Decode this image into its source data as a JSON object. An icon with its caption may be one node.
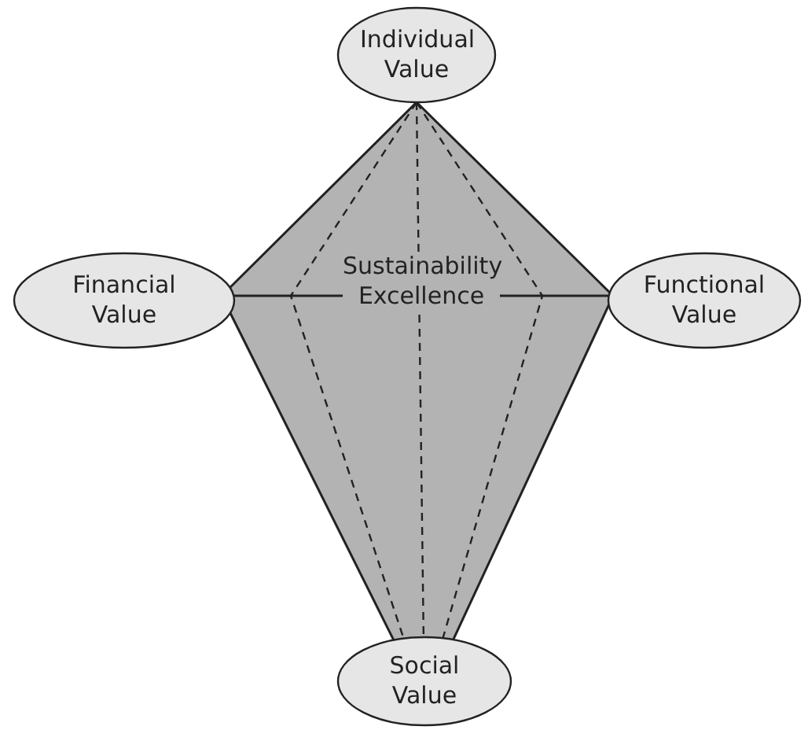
{
  "diagram": {
    "nodes": [
      {
        "text": [
          "Sustainability Excellence"
        ]
      },
      {
        "text": [
          "Individual Value"
        ]
      },
      {
        "text": [
          "Financial Value"
        ]
      },
      {
        "text": [
          "Functional Value"
        ]
      },
      {
        "text": [
          "Social Value"
        ]
      }
    ]
  }
}
